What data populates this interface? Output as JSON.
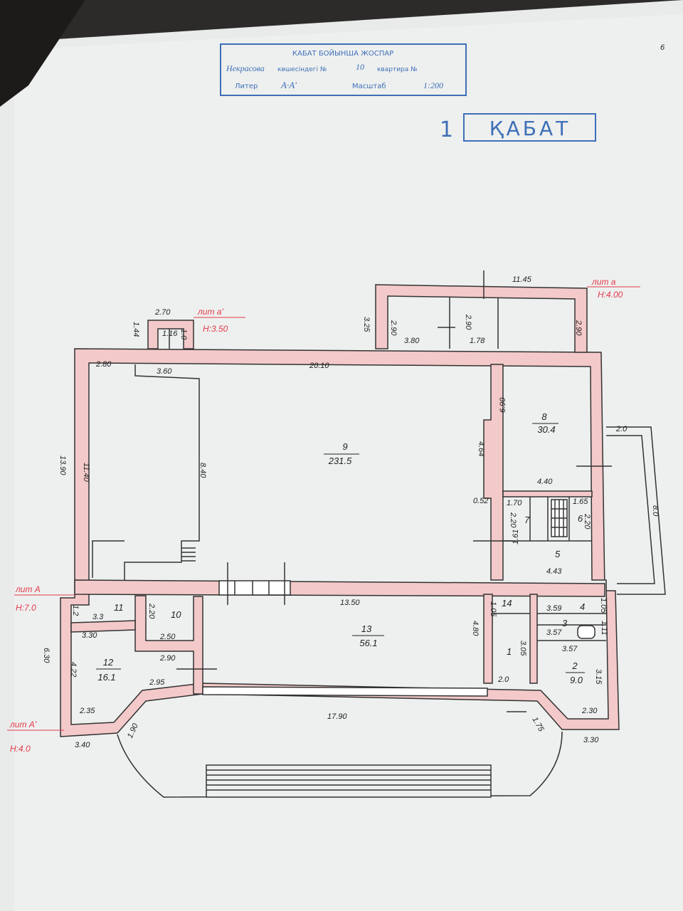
{
  "stamp": {
    "title": "КАБАТ БОЙЫНША ЖОСПАР",
    "line2_hand": "Некрасова",
    "line2_label": "көшесіндегі №",
    "line2_number": "10",
    "line2_label2": "квартира №",
    "litera_label": "Литер",
    "litera_value": "А·А'",
    "scale_label": "Масштаб",
    "scale_value": "1:200"
  },
  "floor_stamp": {
    "number": "1",
    "label": "ҚАБАТ"
  },
  "page_number": "6",
  "labels": {
    "lit_a": "лит А",
    "lit_a_h": "Н:7.0",
    "lit_a1": "лит А'",
    "lit_a1_h": "Н:4.0",
    "lit_a_top": "лит а",
    "lit_a_top_h": "Н:4.00",
    "lit_a1_top": "лит а'",
    "lit_a1_top_h": "Н:3.50"
  },
  "rooms": [
    {
      "number": "9",
      "area": "231.5"
    },
    {
      "number": "8",
      "area": "30.4"
    },
    {
      "number": "13",
      "area": "56.1"
    },
    {
      "number": "12",
      "area": "16.1"
    },
    {
      "number": "2",
      "area": "9.0"
    },
    {
      "number": "1"
    },
    {
      "number": "3"
    },
    {
      "number": "4"
    },
    {
      "number": "5"
    },
    {
      "number": "6"
    },
    {
      "number": "7"
    },
    {
      "number": "10"
    },
    {
      "number": "11"
    },
    {
      "number": "14"
    }
  ],
  "dims": {
    "d1": "11.45",
    "d2": "3.25",
    "d3": "2.90",
    "d4": "3.80",
    "d5": "2.90",
    "d6": "1.78",
    "d7": "2.90",
    "d8": "2.70",
    "d9": "1.44",
    "d10": "1.16",
    "d11": "1.0",
    "d12": "2.80",
    "d13": "3.60",
    "d14": "20.10",
    "d15": "13.90",
    "d16": "11.40",
    "d17": "8.40",
    "d18": "4.64",
    "d19": "0.52",
    "d20": "6.90",
    "d21": "4.40",
    "d22": "1.70",
    "d23": "1.65",
    "d24": "2.20",
    "d25": "2.20",
    "d26": "1.61",
    "d27": "4.43",
    "d28": "2.0",
    "d29": "8.0",
    "d30": "13.50",
    "d31": "1.2",
    "d32": "3.3",
    "d33": "2.20",
    "d34": "3.30",
    "d35": "2.50",
    "d36": "2.90",
    "d37": "6.30",
    "d38": "4.22",
    "d39": "2.95",
    "d40": "2.35",
    "d41": "1.90",
    "d42": "3.40",
    "d43": "17.90",
    "d44": "1.05",
    "d45": "3.59",
    "d46": "1.05",
    "d47": "4.80",
    "d48": "3.57",
    "d49": "1.11",
    "d50": "3.05",
    "d51": "3.57",
    "d52": "2.0",
    "d53": "3.15",
    "d54": "2.30",
    "d55": "1.75",
    "d56": "3.30"
  },
  "colors": {
    "wall": "#f3c9c9",
    "stamp": "#3e6fb8",
    "red": "#e23a4a"
  }
}
